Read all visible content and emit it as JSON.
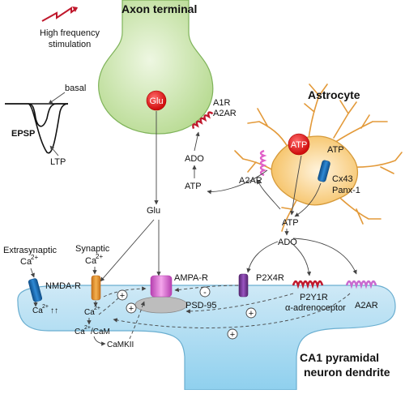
{
  "labels": {
    "axon_terminal": "Axon terminal",
    "high_frequency_stimulation": [
      "High frequency",
      "stimulation"
    ],
    "glu_vesicle": "Glu",
    "a1r_a2ar_terminal": [
      "A1R",
      "A2AR"
    ],
    "astrocyte": "Astrocyte",
    "atp_vesicle": "ATP",
    "astro_atp": "ATP",
    "cx43": "Cx43",
    "panx1": "Panx-1",
    "astro_a2ar": "A2AR",
    "ado_upper": "ADO",
    "atp_upper": "ATP",
    "glu_mid": "Glu",
    "atp_lower": "ATP",
    "ado_lower": "ADO",
    "basal": "basal",
    "epsp": "EPSP",
    "ltp": "LTP",
    "extrasynaptic": "Extrasynaptic",
    "extrasynaptic_ca": "Ca",
    "synaptic": "Synaptic",
    "synaptic_ca": "Ca",
    "charge_2plus": "2+",
    "nmda_r": "NMDA-R",
    "ampa_r": "AMPA-R",
    "psd95": "PSD-95",
    "p2x4r": "P2X4R",
    "p2y1r": "P2Y1R",
    "alpha_adrenoceptor": "α-adrenoceptor",
    "a2ar_dendrite": "A2AR",
    "ca_in_nmda": "Ca",
    "ca_arrows": "↑↑",
    "ca_in_syn": "Ca",
    "ca_cam": "Ca",
    "cam_suffix": "/CaM",
    "camkii": "CaMKII",
    "plus": "+",
    "minus": "-",
    "ca1_title": [
      "CA1 pyramidal",
      "neuron dendrite"
    ]
  },
  "colors": {
    "axon_fill_light": "#eef7e2",
    "axon_fill_dark": "#b5d98e",
    "astro_fill_light": "#fff3dc",
    "astro_fill_dark": "#f6c46a",
    "astro_outline": "#d69a3a",
    "dendrite_fill_light": "#e3f3fb",
    "dendrite_fill_dark": "#8fd0ee",
    "dendrite_outline": "#6aaed0",
    "red_vesicle": "#e31b1b",
    "red_receptor": "#c0182c",
    "pink_receptor": "#e060c8",
    "lilac_receptor": "#c86ad0",
    "orange_channel": "#e8952c",
    "blue_channel": "#1a6fb8",
    "cyan_channel": "#2aa9e0",
    "purple_channel": "#7a3a9e",
    "psd_grey": "#bdbdbd"
  },
  "icons": [
    "lightning-arrow-icon"
  ]
}
